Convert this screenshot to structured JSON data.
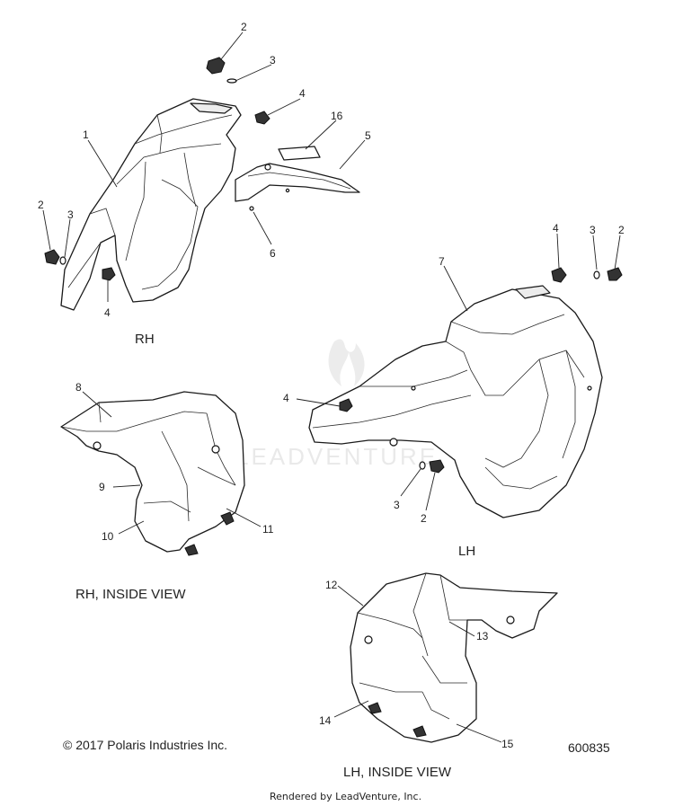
{
  "callouts": [
    "1",
    "2",
    "3",
    "4",
    "5",
    "6",
    "16",
    "7",
    "8",
    "9",
    "10",
    "11",
    "12",
    "13",
    "14",
    "15"
  ],
  "views": {
    "rh": "RH",
    "lh": "LH",
    "rh_inside": "RH, INSIDE VIEW",
    "lh_inside": "LH, INSIDE VIEW"
  },
  "copyright": "© 2017 Polaris Industries Inc.",
  "diagram_number": "600835",
  "rendered_by": "Rendered by LeadVenture, Inc.",
  "watermark": "LEADVENTURE"
}
